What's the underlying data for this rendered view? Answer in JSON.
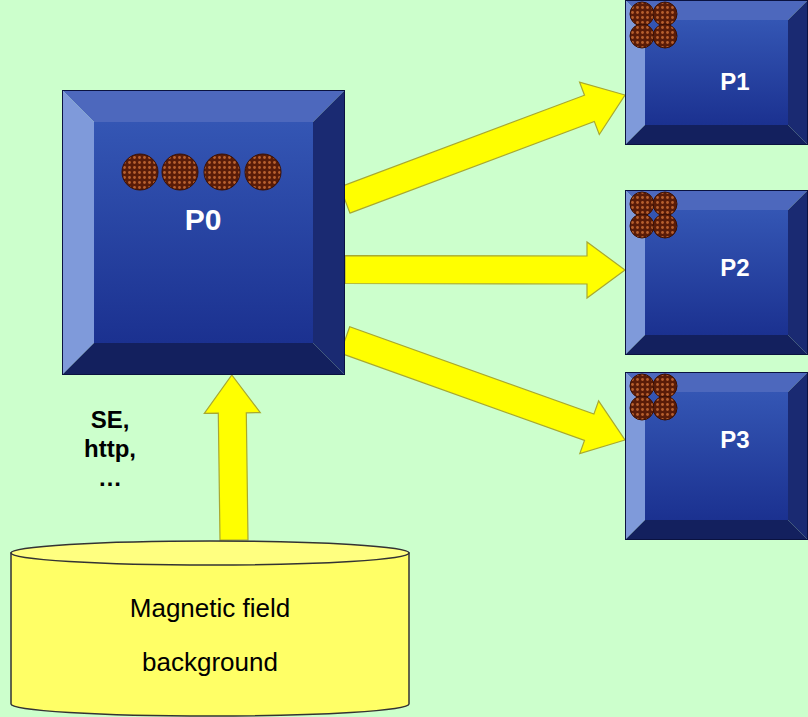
{
  "diagram": {
    "nodes": [
      {
        "text": [
          "P0"
        ]
      },
      {
        "text": [
          "P1"
        ]
      },
      {
        "text": [
          "P2"
        ]
      },
      {
        "text": [
          "P3"
        ]
      },
      {
        "text": [
          "Magnetic field background"
        ]
      }
    ],
    "edges": [
      {
        "from": 4,
        "to": 0,
        "arrow": "to",
        "label": "SE, http, …"
      },
      {
        "from": 0,
        "to": 1,
        "arrow": "to"
      },
      {
        "from": 0,
        "to": 2,
        "arrow": "to"
      },
      {
        "from": 0,
        "to": 3,
        "arrow": "to"
      }
    ]
  }
}
